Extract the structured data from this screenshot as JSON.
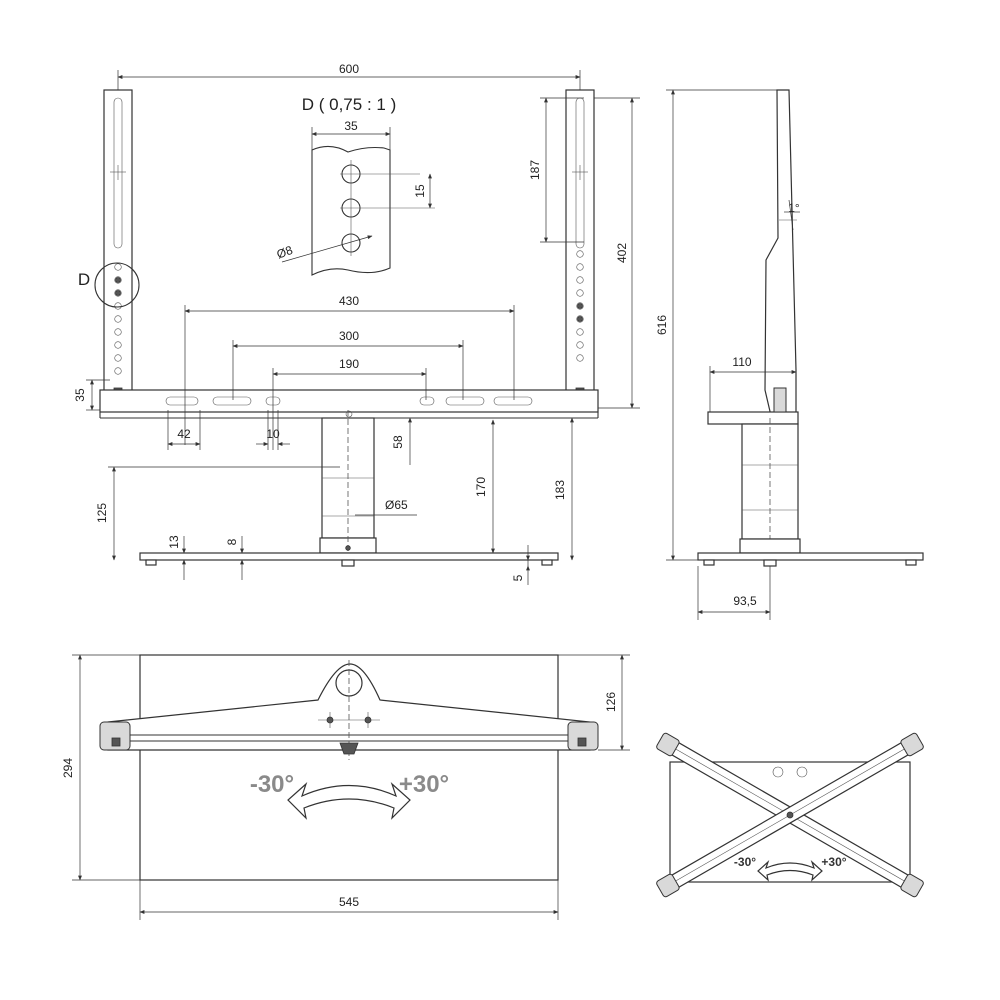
{
  "labels": {
    "detail_title": "D ( 0,75 : 1 )",
    "detail_ref": "D",
    "rotation_left": "-30°",
    "rotation_right": "+30°"
  },
  "dimensions": {
    "width_600": "600",
    "d35": "35",
    "d15": "15",
    "d8": "Ø8",
    "d187": "187",
    "d402": "402",
    "d616": "616",
    "angle_1": "1°",
    "d430": "430",
    "d300": "300",
    "d190": "190",
    "d110": "110",
    "d35_side": "35",
    "d42": "42",
    "d10": "10",
    "d58": "58",
    "d170": "170",
    "d183": "183",
    "d125": "125",
    "d65": "Ø65",
    "d13": "13",
    "d8b": "8",
    "d5": "5",
    "d93_5": "93,5",
    "d126": "126",
    "d294": "294",
    "d545": "545"
  }
}
